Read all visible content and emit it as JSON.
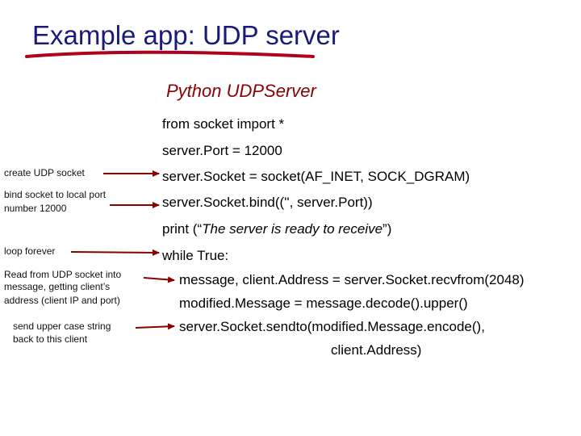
{
  "slide": {
    "title": "Example app: UDP server",
    "subtitle": "Python UDPServer",
    "accent_color": "#8b0000",
    "title_color": "#1a1a7a"
  },
  "code": {
    "line1": "from socket import *",
    "line2": "server.Port = 12000",
    "line3": "server.Socket = socket(AF_INET, SOCK_DGRAM)",
    "line4": "server.Socket.bind(('', server.Port))",
    "line5_pre": "print (“",
    "line5_em": "The server is ready to receive",
    "line5_post": "”)",
    "line6": "while True:",
    "line7": "message, client.Address = server.Socket.recvfrom(2048)",
    "line8": "modified.Message = message.decode().upper()",
    "line9": "server.Socket.sendto(modified.Message.encode(),",
    "line10": "client.Address)"
  },
  "notes": {
    "create_socket": "create UDP socket",
    "bind_line1": "bind socket to local port",
    "bind_line2": "number 12000",
    "loop_forever": "loop forever",
    "read_line1": "Read from UDP socket into",
    "read_line2": "message, getting client’s",
    "read_line3": "address (client IP and port)",
    "send_line1": "send upper case string",
    "send_line2": "back to this client"
  }
}
